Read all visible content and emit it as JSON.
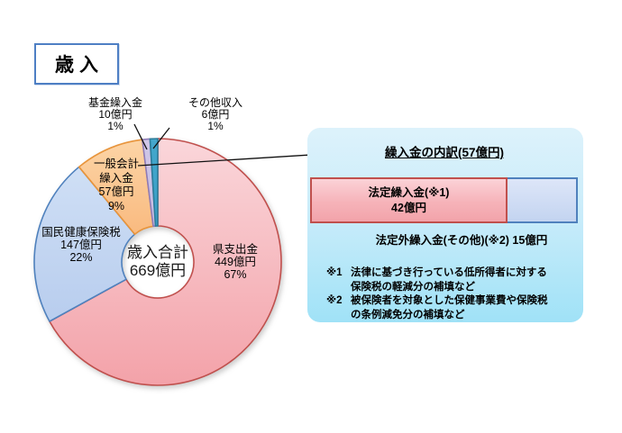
{
  "title_box": {
    "label": "歳入"
  },
  "chart_data": [
    {
      "type": "pie",
      "donut": true,
      "start_angle": "12-o-clock, clockwise",
      "categories": [
        "県支出金",
        "国民健康保険税",
        "一般会計繰入金",
        "基金繰入金",
        "その他収入"
      ],
      "values": [
        449,
        147,
        57,
        10,
        6
      ],
      "unit": "億円",
      "percents": [
        67,
        22,
        9,
        1,
        1
      ],
      "center_title": "歳入合計",
      "center_value": "669億円",
      "slice_colors": [
        {
          "top": "#fad6da",
          "bottom": "#f3a2a9",
          "stroke": "#c0504d"
        },
        {
          "top": "#cfdff5",
          "bottom": "#b8cdee",
          "stroke": "#4f81bd"
        },
        {
          "top": "#fcd4a6",
          "bottom": "#f9ba7f",
          "stroke": "#e8943b"
        },
        {
          "top": "#d0c7e7",
          "bottom": "#c6bce2",
          "stroke": "#8e7cb8"
        },
        {
          "top": "#44a7cc",
          "bottom": "#3a9ec6",
          "stroke": "#2d7d9a"
        }
      ]
    },
    {
      "type": "bar",
      "subtype": "horizontal-stacked",
      "title": "繰入金の内訳(57億円)",
      "total": 57,
      "unit": "億円",
      "segments": [
        {
          "label": "法定繰入金(※1)",
          "value": 42,
          "value_label": "42億円"
        },
        {
          "label": "法定外繰入金(その他)(※2)",
          "value": 15,
          "value_label": "15億円"
        }
      ]
    }
  ],
  "pie_labels": {
    "kikin": [
      "基金繰入金",
      "10億円",
      "1%"
    ],
    "sonota": [
      "その他収入",
      "6億円",
      "1%"
    ],
    "ippan": [
      "一般会計",
      "繰入金",
      "57億円",
      "9%"
    ],
    "kokumin": [
      "国民健康保険税",
      "147億円",
      "22%"
    ],
    "ken": [
      "県支出金",
      "449億円",
      "67%"
    ],
    "center": [
      "歳入合計",
      "669億円"
    ]
  },
  "panel": {
    "title": "繰入金の内訳(57億円)",
    "bar_left_label": [
      "法定繰入金(※1)",
      "42億円"
    ],
    "bar_right_label": [
      "法定外繰入金(その他)(※2)",
      "15億円"
    ],
    "notes": [
      {
        "marker": "※1",
        "lines": [
          "法律に基づき行っている低所得者に対する",
          "保険税の軽減分の補填など"
        ]
      },
      {
        "marker": "※2",
        "lines": [
          "被保険者を対象とした保健事業費や保険税",
          "の条例減免分の補填など"
        ]
      }
    ]
  },
  "colors": {
    "title_border": "#4e7fc4",
    "panel_top": "#ddf2fb",
    "panel_bottom": "#a0e2f7",
    "callout_line": "#111111"
  }
}
